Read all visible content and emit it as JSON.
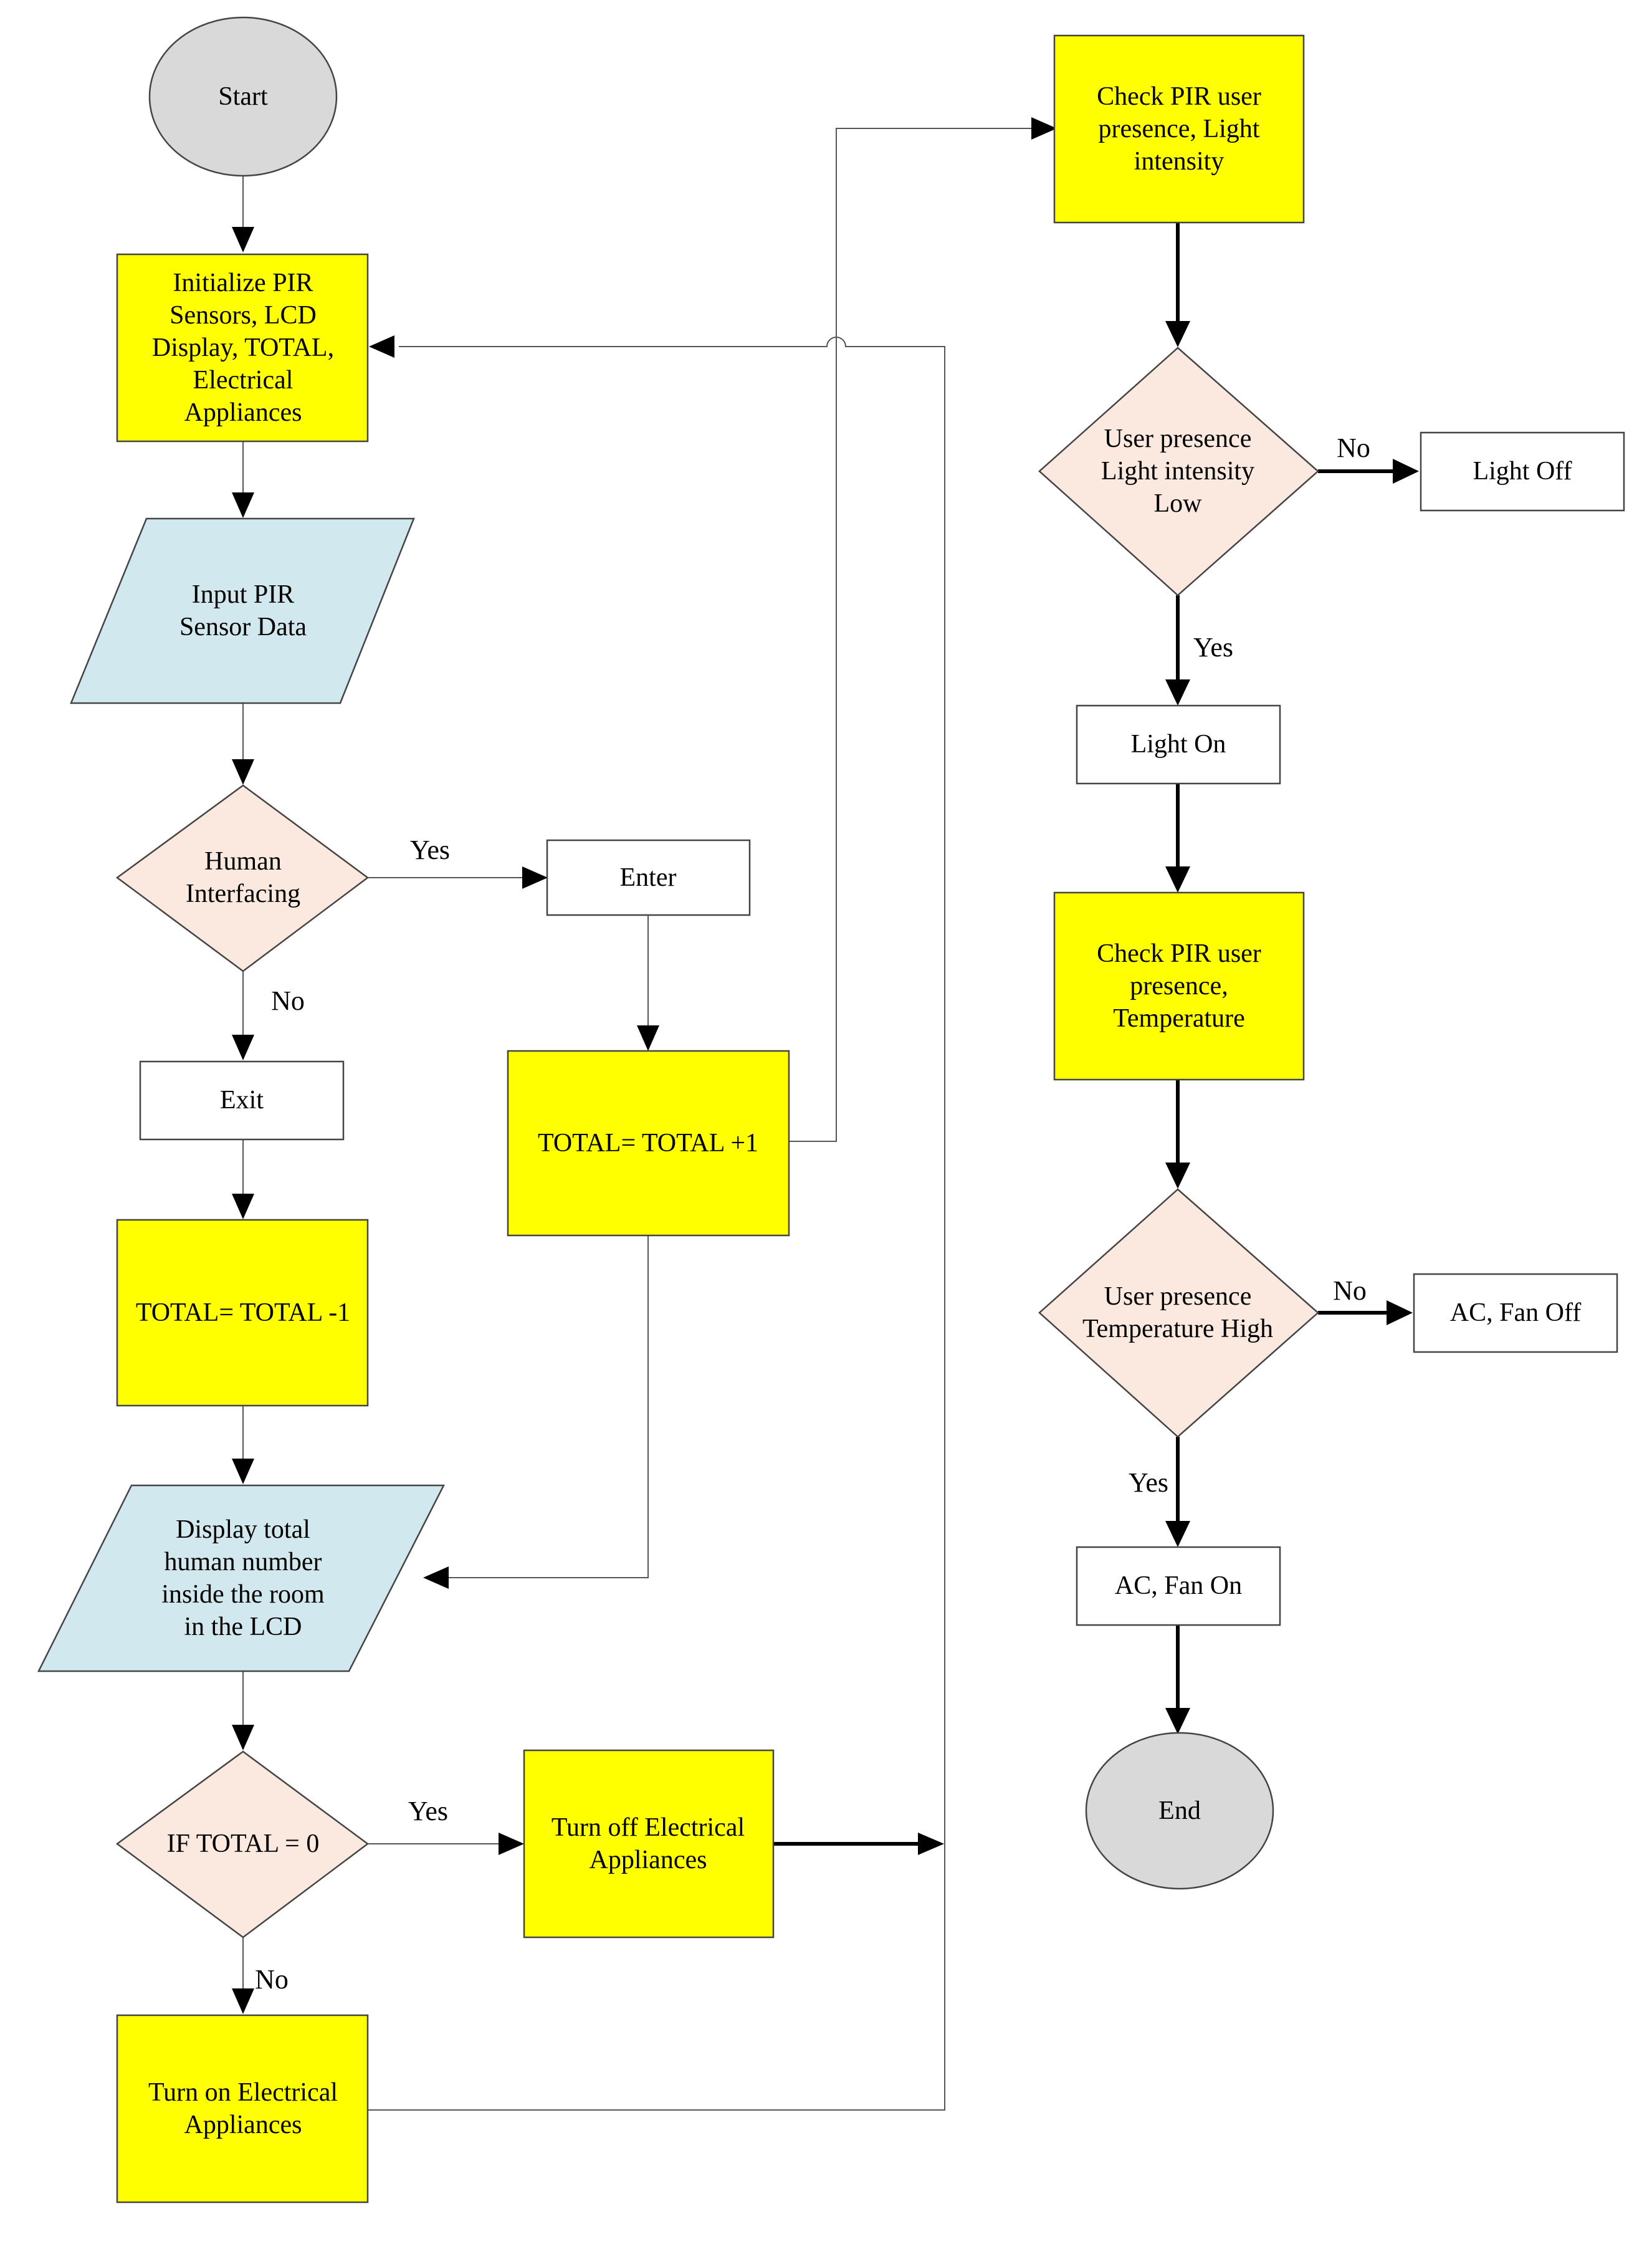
{
  "colors": {
    "process": "#ffff00",
    "io": "#d0e8ee",
    "decision": "#fbe9df",
    "terminal": "#d9d9d9",
    "plain": "#ffffff"
  },
  "nodes": {
    "start": [
      "Start"
    ],
    "init": [
      "Initialize PIR",
      "Sensors, LCD",
      "Display, TOTAL,",
      "Electrical",
      "Appliances"
    ],
    "input_pir": [
      "Input PIR",
      "Sensor Data"
    ],
    "human_interfacing": [
      "Human",
      "Interfacing"
    ],
    "enter": [
      "Enter"
    ],
    "exit": [
      "Exit"
    ],
    "total_plus": [
      "TOTAL= TOTAL +1"
    ],
    "total_minus": [
      "TOTAL= TOTAL -1"
    ],
    "display_total": [
      "Display total",
      "human number",
      "inside the room",
      "in the LCD"
    ],
    "if_total_zero": [
      "IF TOTAL = 0"
    ],
    "turn_off": [
      "Turn off Electrical",
      "Appliances"
    ],
    "turn_on": [
      "Turn on Electrical",
      "Appliances"
    ],
    "check_light": [
      "Check PIR user",
      "presence, Light",
      "intensity"
    ],
    "light_decision": [
      "User presence",
      "Light intensity",
      "Low"
    ],
    "light_off": [
      "Light Off"
    ],
    "light_on": [
      "Light On"
    ],
    "check_temp": [
      "Check PIR user",
      "presence,",
      "Temperature"
    ],
    "temp_decision": [
      "User presence",
      "Temperature High"
    ],
    "ac_off": [
      "AC, Fan Off"
    ],
    "ac_on": [
      "AC, Fan On"
    ],
    "end": [
      "End"
    ]
  },
  "edge_labels": {
    "human_yes": "Yes",
    "human_no": "No",
    "zero_yes": "Yes",
    "zero_no": "No",
    "light_no": "No",
    "light_yes": "Yes",
    "temp_no": "No",
    "temp_yes": "Yes"
  }
}
